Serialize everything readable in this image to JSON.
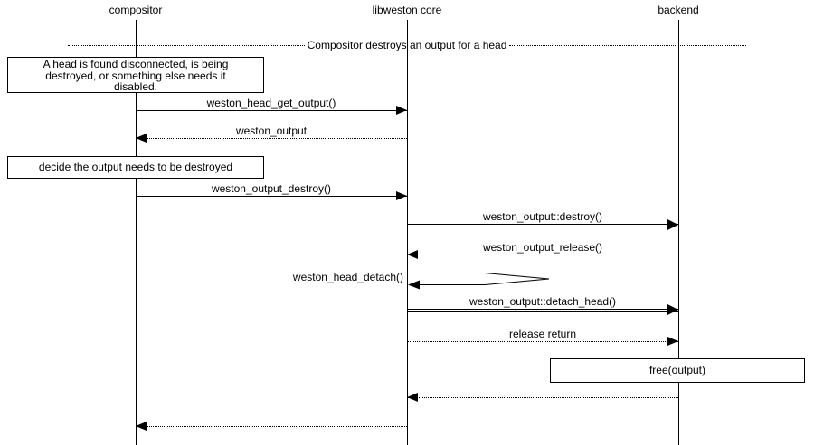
{
  "colors": {
    "line": "#000000",
    "background": "#ffffff"
  },
  "participants": [
    {
      "name": "compositor"
    },
    {
      "name": "libweston core"
    },
    {
      "name": "backend"
    }
  ],
  "divider": {
    "label": "Compositor destroys an output for a head"
  },
  "notes": {
    "head_disconnected": {
      "lines": [
        "A head is found disconnected, is being",
        "destroyed, or something else needs it",
        "disabled."
      ]
    },
    "decide_destroy": {
      "text": "decide the output needs to be destroyed"
    },
    "free_output": {
      "text": "free(output)"
    }
  },
  "messages": {
    "head_get_output": {
      "label": "weston_head_get_output()",
      "from": "compositor",
      "to": "libweston core",
      "line": "solid"
    },
    "weston_output_return": {
      "label": "weston_output",
      "from": "libweston core",
      "to": "compositor",
      "line": "dotted"
    },
    "output_destroy": {
      "label": "weston_output_destroy()",
      "from": "compositor",
      "to": "libweston core",
      "line": "solid"
    },
    "output_destroy_vfunc": {
      "label": "weston_output::destroy()",
      "from": "libweston core",
      "to": "backend",
      "line": "double"
    },
    "output_release": {
      "label": "weston_output_release()",
      "from": "backend",
      "to": "libweston core",
      "line": "solid"
    },
    "head_detach": {
      "label": "weston_head_detach()",
      "from": "libweston core",
      "to": "libweston core",
      "line": "self"
    },
    "detach_head_vfunc": {
      "label": "weston_output::detach_head()",
      "from": "libweston core",
      "to": "backend",
      "line": "double"
    },
    "release_return": {
      "label": "release return",
      "from": "libweston core",
      "to": "backend",
      "line": "dotted"
    },
    "return_to_core": {
      "label": "",
      "from": "backend",
      "to": "libweston core",
      "line": "dotted"
    },
    "return_to_compositor": {
      "label": "",
      "from": "libweston core",
      "to": "compositor",
      "line": "dotted"
    }
  }
}
